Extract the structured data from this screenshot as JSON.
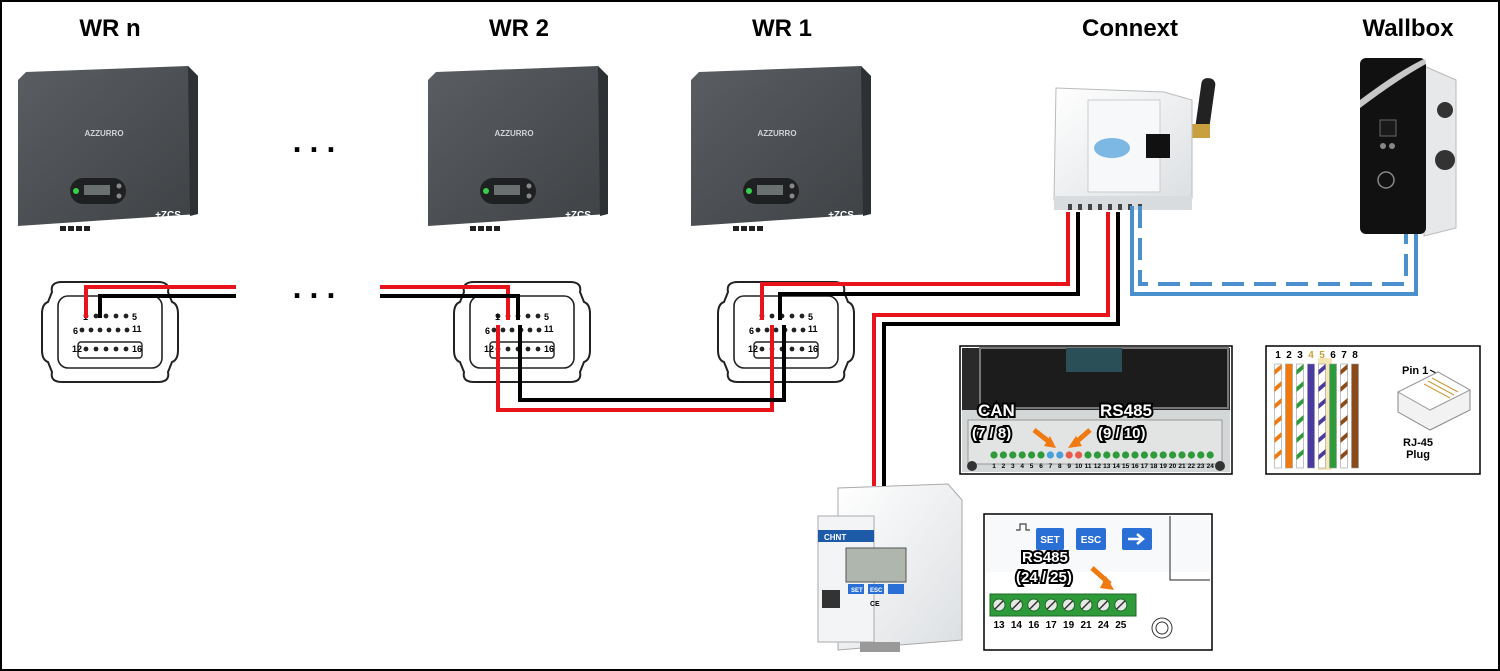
{
  "devices": {
    "inverter_n": "WR n",
    "inverter_2": "WR 2",
    "inverter_1": "WR 1",
    "connext": "Connext",
    "wallbox": "Wallbox",
    "ellipsis": "..."
  },
  "inverter_brand": "AZZURRO",
  "inverter_badge": "+ZCS",
  "connector": {
    "pin_first": "1",
    "pin_5": "5",
    "pin_6": "6",
    "pin_11": "11",
    "pin_12": "12",
    "pin_16": "16"
  },
  "connext_terminal_detail": {
    "can_label": "CAN",
    "can_pins": "(7 / 8)",
    "rs485_label": "RS485",
    "rs485_pins": "(9 / 10)",
    "terminals": [
      "1",
      "2",
      "3",
      "4",
      "5",
      "6",
      "7",
      "8",
      "9",
      "10",
      "11",
      "12",
      "13",
      "14",
      "15",
      "16",
      "17",
      "18",
      "19",
      "20",
      "21",
      "22",
      "23",
      "24"
    ]
  },
  "rj45_detail": {
    "pin_numbers": [
      "1",
      "2",
      "3",
      "4",
      "5",
      "6",
      "7",
      "8"
    ],
    "pin1_label": "Pin 1",
    "plug_label_1": "RJ-45",
    "plug_label_2": "Plug"
  },
  "meter_detail": {
    "set": "SET",
    "esc": "ESC",
    "rs485_label": "RS485",
    "rs485_pins": "(24 / 25)",
    "terminals": [
      "13",
      "14",
      "16",
      "17",
      "19",
      "21",
      "24",
      "25"
    ]
  },
  "meter": {
    "brand": "CHNT",
    "set": "SET",
    "esc": "ESC",
    "ce": "CE"
  },
  "colors": {
    "inverter_body": "#4a4e51",
    "wire_red": "#e8141b",
    "wire_black": "#000000",
    "ethernet_blue": "#4a90cc",
    "terminal_green": "#2e9a3a",
    "arrow_orange": "#f07a10"
  }
}
